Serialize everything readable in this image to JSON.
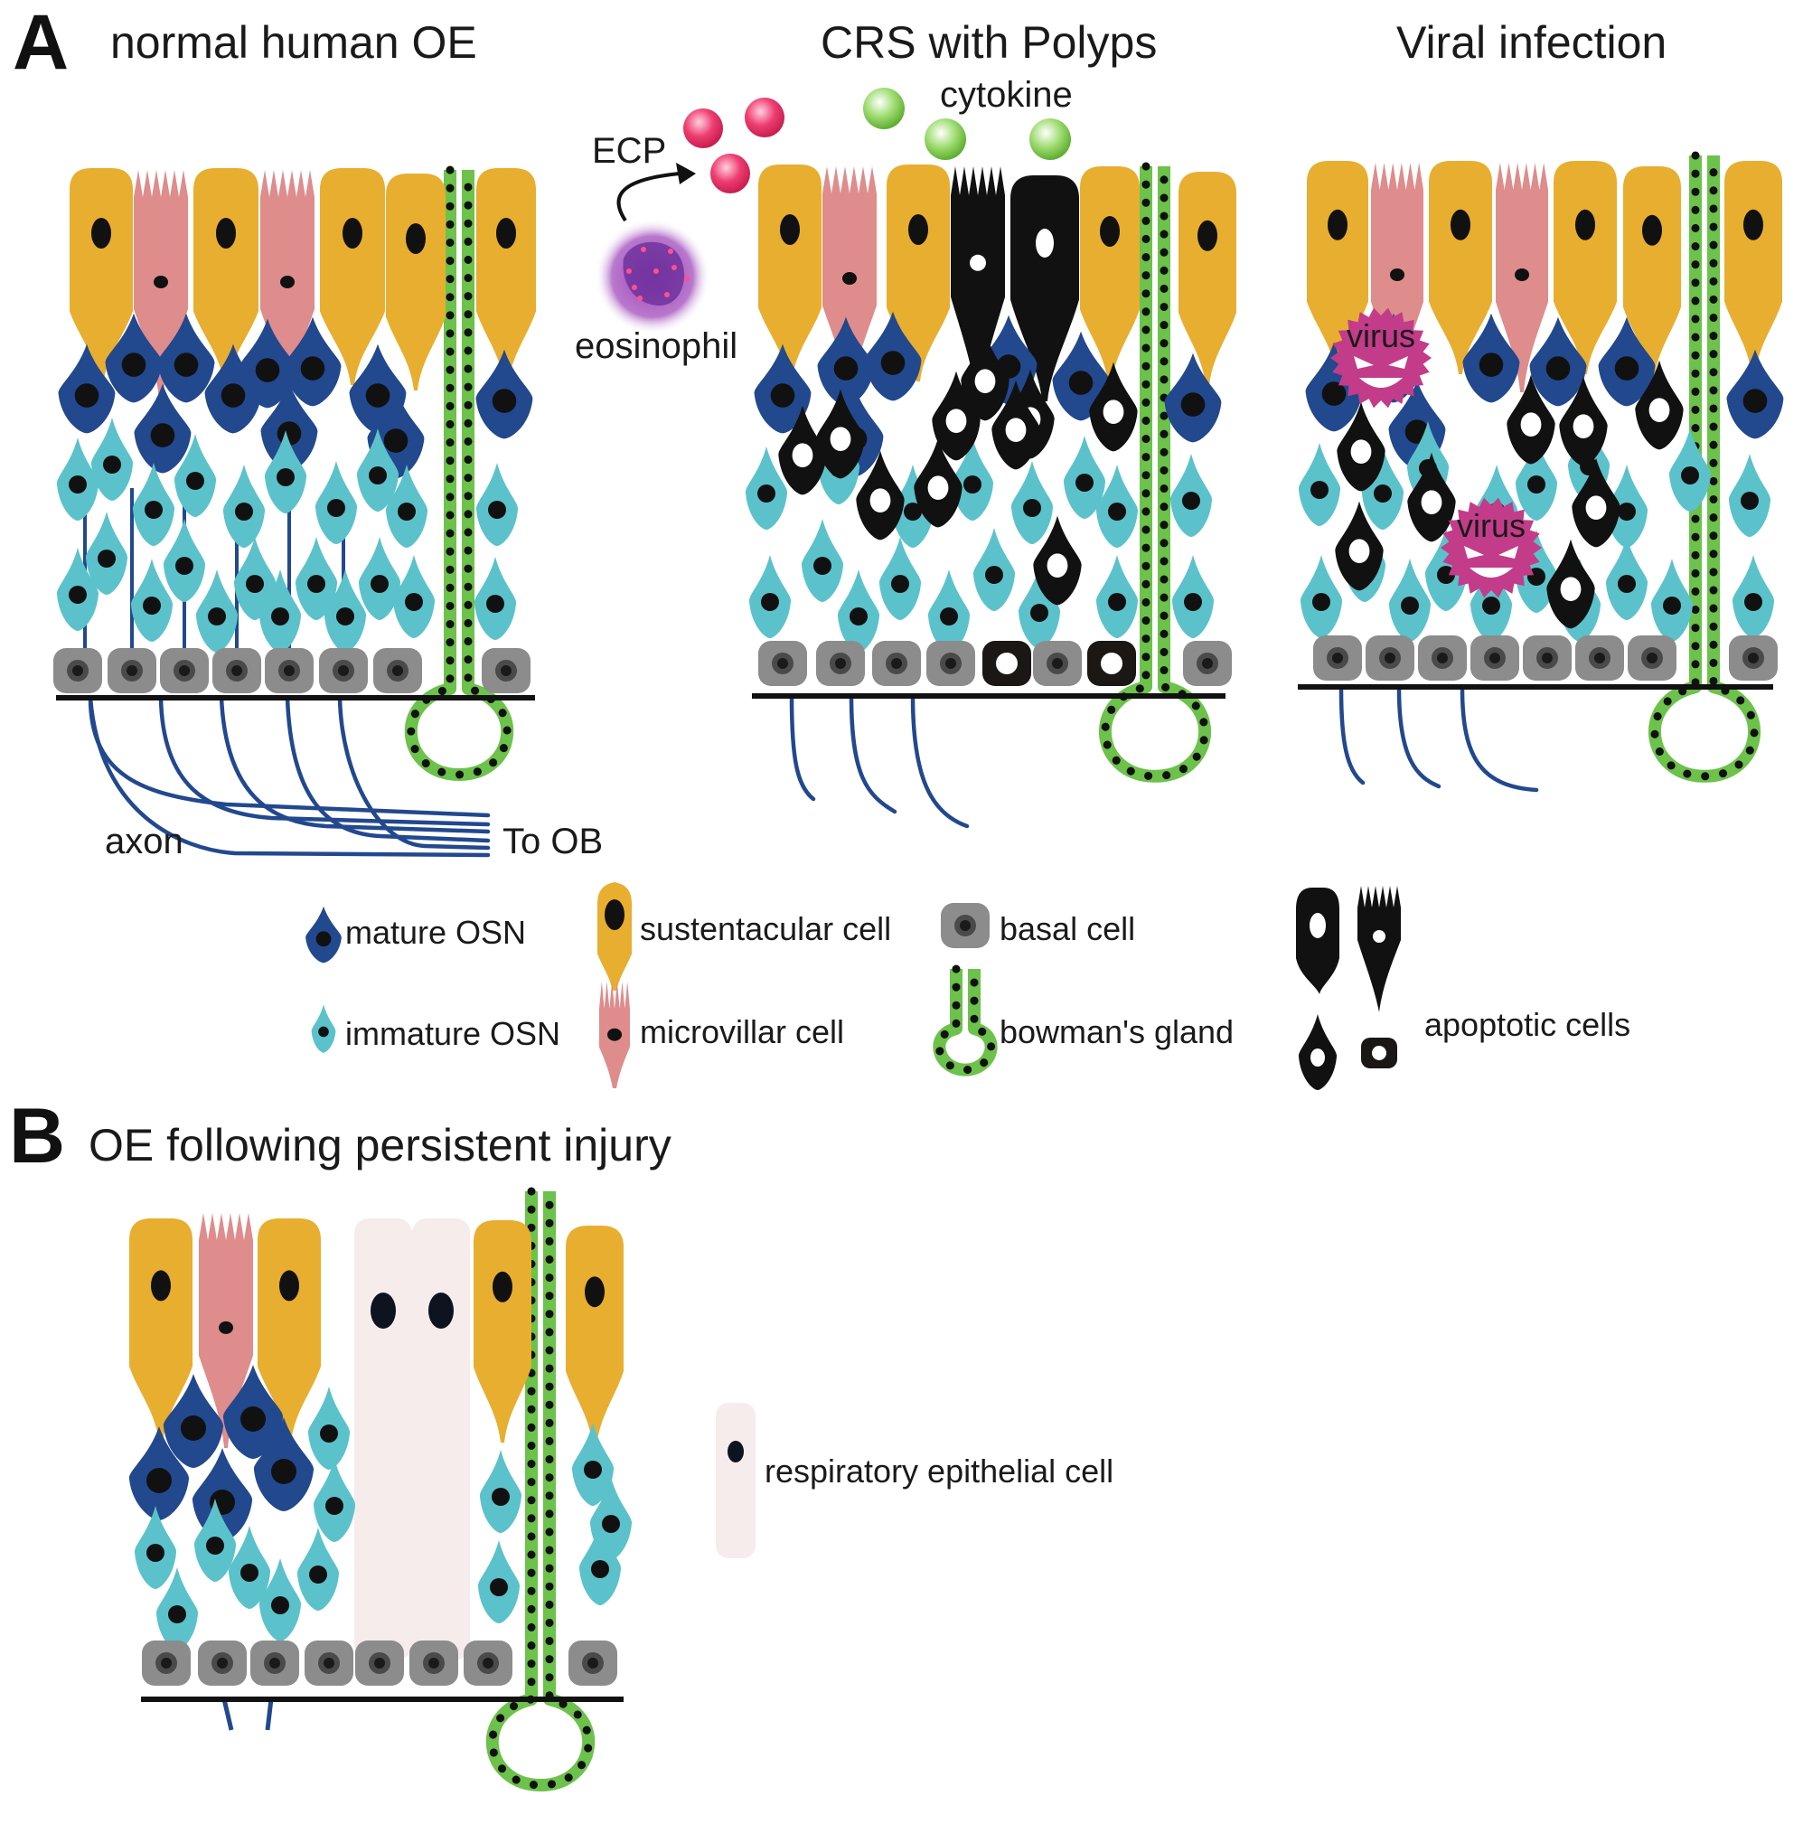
{
  "panels": {
    "a": {
      "letter": "A",
      "titles": {
        "normal": "normal human OE",
        "crs": "CRS with Polyps",
        "viral": "Viral infection"
      },
      "annotations": {
        "ecp": "ECP",
        "cytokine": "cytokine",
        "eosinophil": "eosinophil",
        "axon": "axon",
        "to_ob": "To OB",
        "virus": "virus"
      }
    },
    "b": {
      "letter": "B",
      "title": "OE following persistent injury"
    }
  },
  "legend": {
    "mature_osn": "mature OSN",
    "immature_osn": "immature OSN",
    "sustentacular": "sustentacular cell",
    "microvillar": "microvillar cell",
    "basal": "basal cell",
    "bowman": "bowman's gland",
    "apoptotic": "apoptotic cells",
    "respiratory": "respiratory epithelial cell"
  },
  "colors": {
    "sustentacular": "#E8AE30",
    "microvillar": "#DE8C8C",
    "mature_osn": "#22488E",
    "immature_osn": "#5BC2CB",
    "basal": "#8C8C8C",
    "gland": "#6CC24A",
    "apoptotic": "#111111",
    "respiratory": "#F6ECEC",
    "ecp": "#E8285E",
    "cytokine": "#7CC850",
    "eosinophil": "#8A3BA0",
    "virus": "#C23C8A"
  }
}
